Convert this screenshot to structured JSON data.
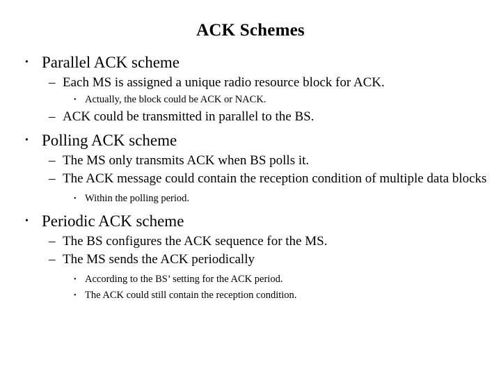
{
  "slide": {
    "title": "ACK Schemes",
    "background_color": "#ffffff",
    "text_color": "#000000",
    "markers": {
      "level1": "•",
      "level2": "–",
      "level3": "•"
    },
    "outline": [
      {
        "level": 1,
        "text": "Parallel ACK scheme"
      },
      {
        "level": 2,
        "text": "Each MS is assigned a unique radio resource block for ACK."
      },
      {
        "level": 3,
        "text": "Actually, the block could be ACK or NACK."
      },
      {
        "level": 2,
        "text": "ACK could be transmitted in parallel to the BS."
      },
      {
        "level": 1,
        "text": "Polling ACK scheme"
      },
      {
        "level": 2,
        "text": "The MS only transmits ACK when BS polls it."
      },
      {
        "level": 2,
        "text": "The ACK message could contain the reception condition of multiple data blocks"
      },
      {
        "level": 3,
        "text": "Within the polling period."
      },
      {
        "level": 1,
        "text": "Periodic ACK scheme"
      },
      {
        "level": 2,
        "text": "The BS configures the ACK sequence for the MS."
      },
      {
        "level": 2,
        "text": "The MS sends the ACK periodically"
      },
      {
        "level": 3,
        "text": "According to the BS’ setting for the ACK period."
      },
      {
        "level": 3,
        "text": "The ACK could still contain the reception condition."
      }
    ]
  }
}
